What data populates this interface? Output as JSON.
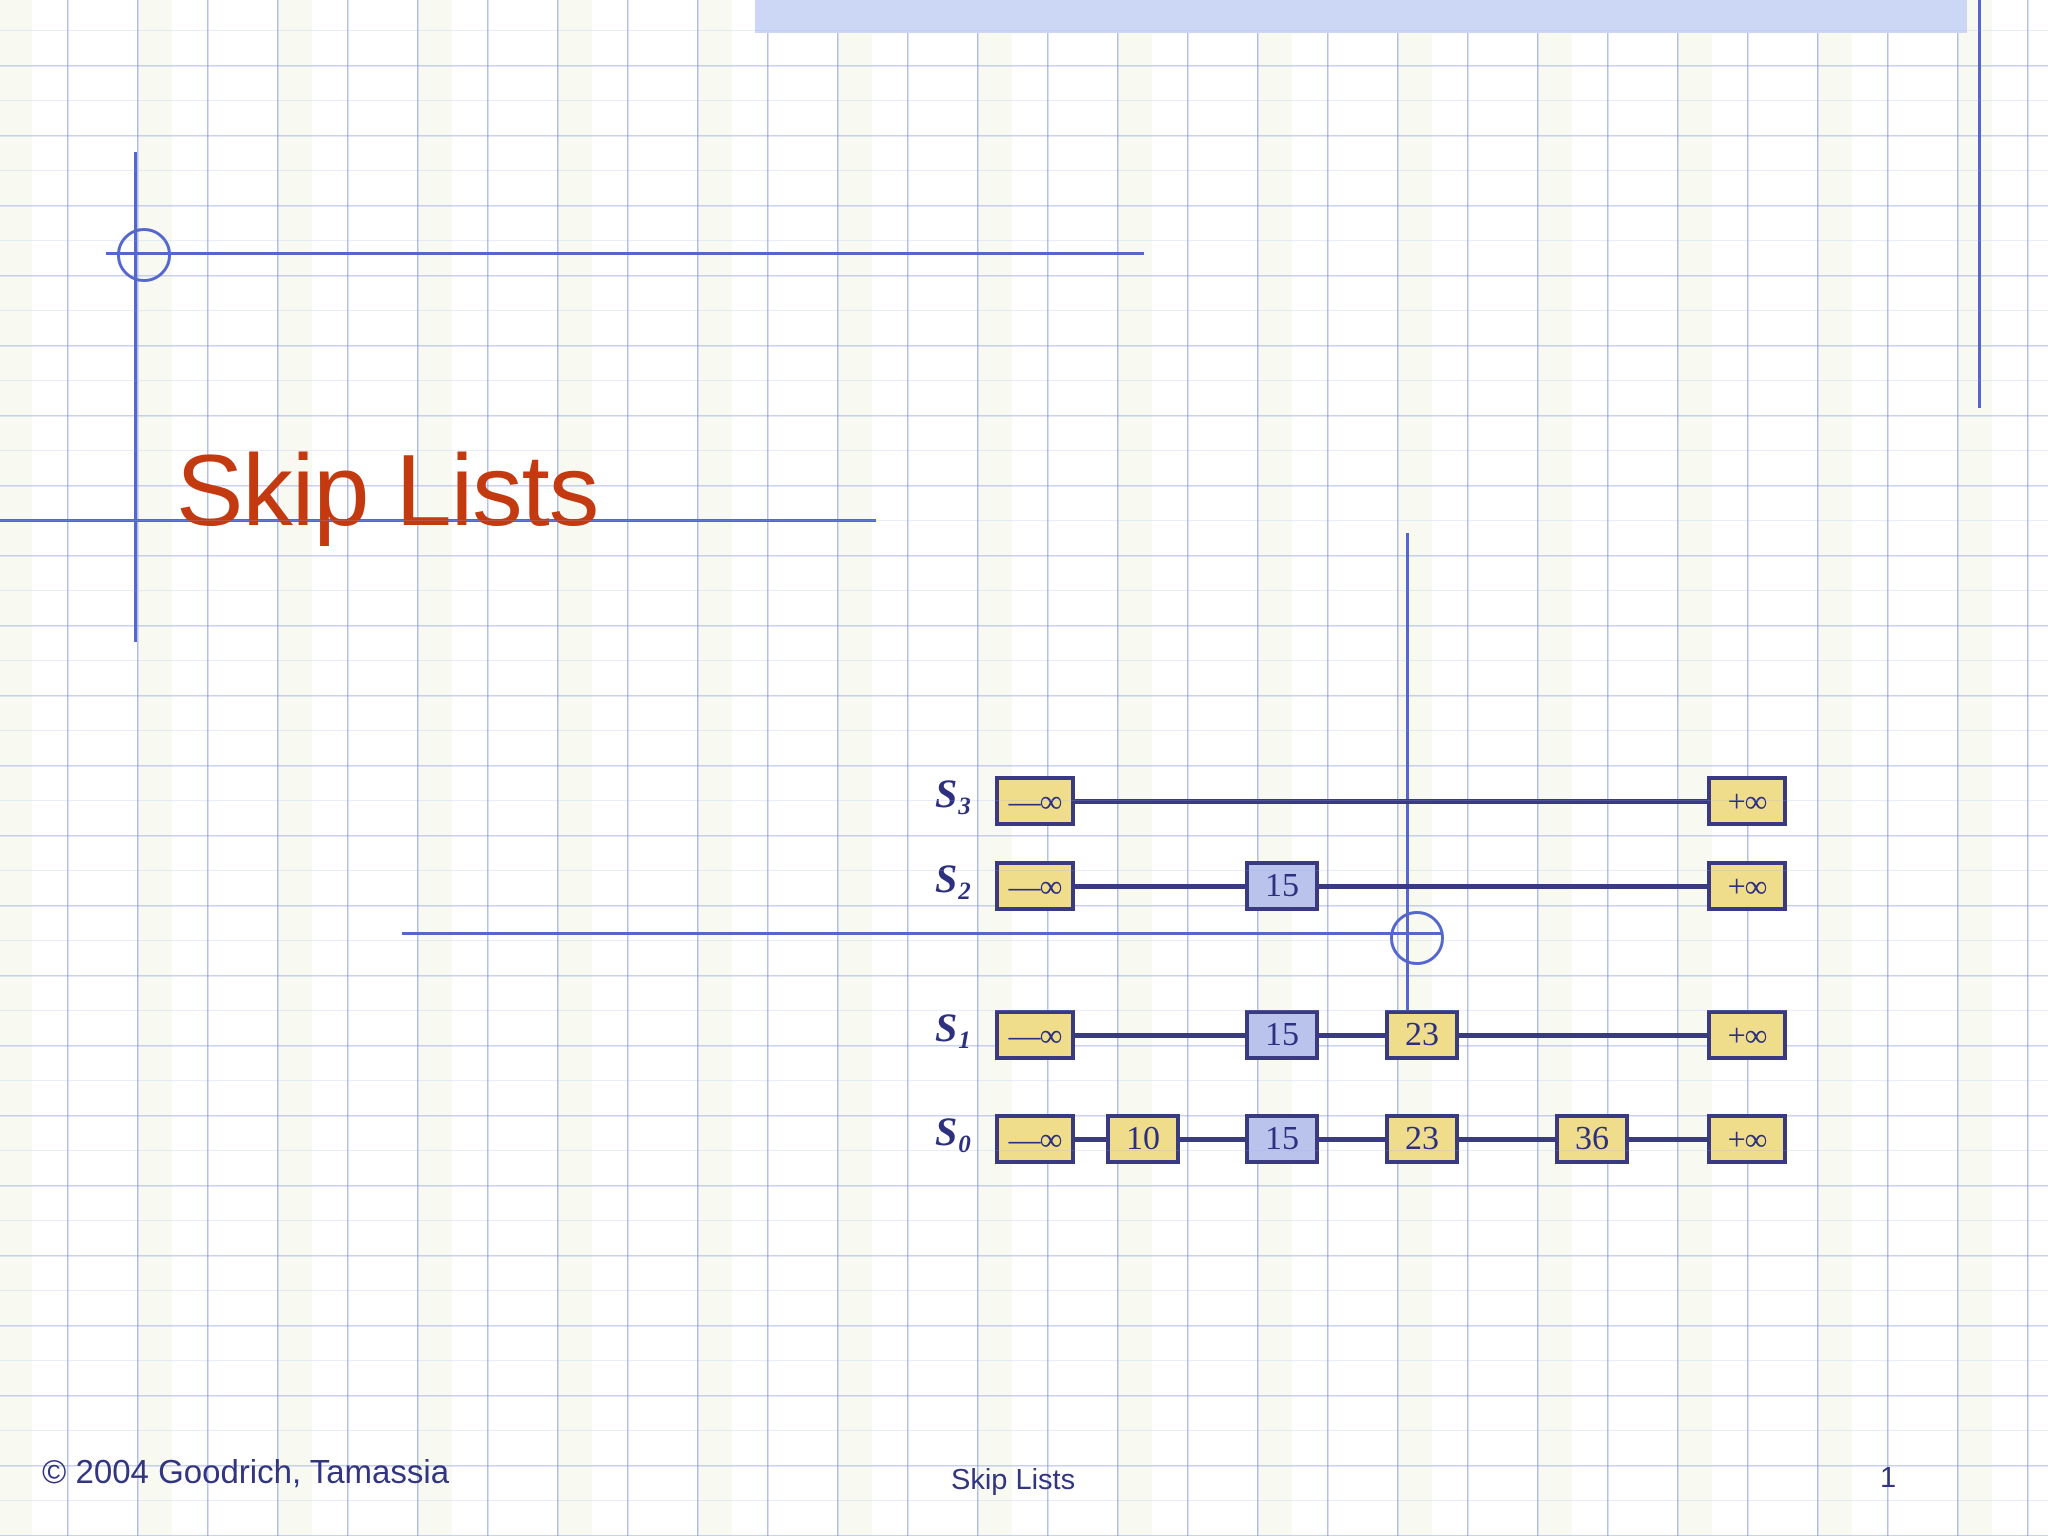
{
  "slide": {
    "title": "Skip Lists",
    "accent_color": "#c33a10",
    "ink_color": "#2d2f7f",
    "node_fill_yellow": "#f0dd8b",
    "node_fill_blue": "#b9c3ec",
    "band_color": "#ccd7f5",
    "rule_color": "#5566cc"
  },
  "diagram": {
    "name": "skip-list-structure",
    "levels": [
      {
        "label": "S",
        "subscript": "3",
        "nodes": [
          {
            "value": "—∞",
            "kind": "sentinel-min",
            "fill": "yellow"
          },
          {
            "value": "+∞",
            "kind": "sentinel-max",
            "fill": "yellow"
          }
        ]
      },
      {
        "label": "S",
        "subscript": "2",
        "nodes": [
          {
            "value": "—∞",
            "kind": "sentinel-min",
            "fill": "yellow"
          },
          {
            "value": "15",
            "kind": "key",
            "fill": "blue"
          },
          {
            "value": "+∞",
            "kind": "sentinel-max",
            "fill": "yellow"
          }
        ]
      },
      {
        "label": "S",
        "subscript": "1",
        "nodes": [
          {
            "value": "—∞",
            "kind": "sentinel-min",
            "fill": "yellow"
          },
          {
            "value": "15",
            "kind": "key",
            "fill": "blue"
          },
          {
            "value": "23",
            "kind": "key",
            "fill": "yellow"
          },
          {
            "value": "+∞",
            "kind": "sentinel-max",
            "fill": "yellow"
          }
        ]
      },
      {
        "label": "S",
        "subscript": "0",
        "nodes": [
          {
            "value": "—∞",
            "kind": "sentinel-min",
            "fill": "yellow"
          },
          {
            "value": "10",
            "kind": "key",
            "fill": "yellow"
          },
          {
            "value": "15",
            "kind": "key",
            "fill": "blue"
          },
          {
            "value": "23",
            "kind": "key",
            "fill": "yellow"
          },
          {
            "value": "36",
            "kind": "key",
            "fill": "yellow"
          },
          {
            "value": "+∞",
            "kind": "sentinel-max",
            "fill": "yellow"
          }
        ]
      }
    ]
  },
  "footer": {
    "copyright": "© 2004 Goodrich, Tamassia",
    "center_title": "Skip Lists",
    "page_number": "1"
  }
}
